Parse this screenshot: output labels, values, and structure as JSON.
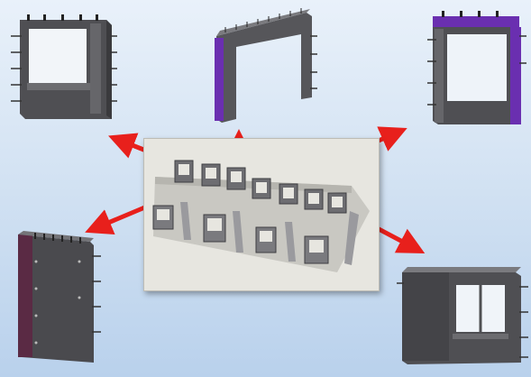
{
  "diagram": {
    "center_image": "precast-building-assembly-model",
    "components": [
      {
        "id": "window-wall-panel-top-left",
        "icon": "wall-panel-with-window-icon"
      },
      {
        "id": "portal-frame-panel-top-center",
        "icon": "portal-frame-panel-icon"
      },
      {
        "id": "window-wall-panel-top-right",
        "icon": "wall-panel-with-window-icon"
      },
      {
        "id": "solid-wall-panel-bottom-left",
        "icon": "solid-wall-panel-icon"
      },
      {
        "id": "door-window-wall-panel-bottom-right",
        "icon": "wall-panel-with-door-window-icon"
      }
    ],
    "colors": {
      "arrow": "#e8201c",
      "panel_dark": "#5a5a5e",
      "panel_mid": "#7c7c80",
      "accent_purple": "#6a2fb0",
      "accent_maroon": "#5a2a44",
      "model_floor": "#c9c8c2"
    }
  }
}
